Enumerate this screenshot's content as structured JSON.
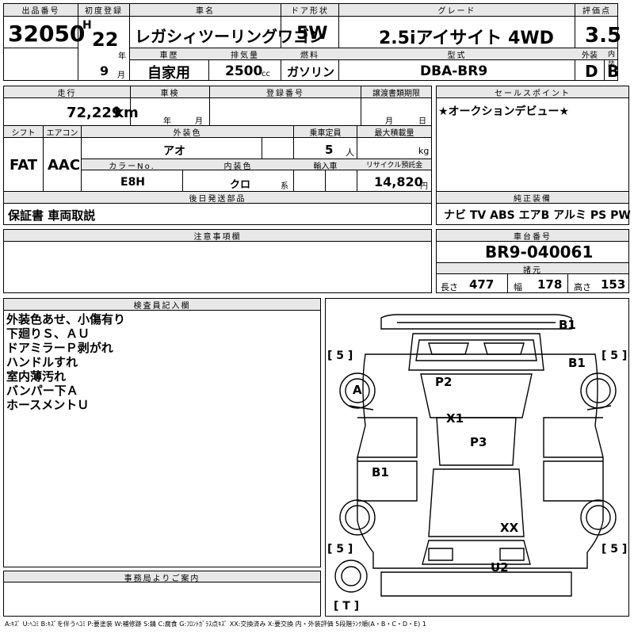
{
  "labels": {
    "lot": "出品番号",
    "first_reg": "初度登録",
    "car_name": "車名",
    "door": "ドア形状",
    "grade": "グレード",
    "score": "評価点",
    "history": "車歴",
    "displacement": "排気量",
    "fuel": "燃料",
    "model_code": "型式",
    "exterior": "外装",
    "interior": "内装",
    "year_unit": "年",
    "month_unit": "月",
    "cc_unit": "cc",
    "mileage": "走行",
    "inspection": "車検",
    "reg_no": "登録番号",
    "transfer_deadline": "譲渡書類期限",
    "sales_point": "セールスポイント",
    "shift": "シフト",
    "aircon": "エアコン",
    "ext_color": "外装色",
    "capacity": "乗車定員",
    "max_load": "最大積載量",
    "color_no": "カラーNo.",
    "int_color": "内装色",
    "import": "輸入車",
    "recycle": "リサイクル預託金",
    "later_parts": "後日発送部品",
    "equipment": "純正装備",
    "caution": "注意事項欄",
    "chassis": "車台番号",
    "specs": "諸元",
    "inspector": "検査員記入欄",
    "office": "事務局よりご案内",
    "insp_year": "年",
    "insp_month": "月",
    "td_month": "月",
    "td_day": "日",
    "cap_unit": "人",
    "load_unit": "kg",
    "color_suffix": "系",
    "yen": "円",
    "len_label": "長さ",
    "wid_label": "幅",
    "hei_label": "高さ"
  },
  "vehicle": {
    "lot": "32050",
    "era": "H",
    "year": "22",
    "month": "9",
    "name": "レガシィツーリングワゴン",
    "door": "5W",
    "grade": "2.5iアイサイト 4WD",
    "score": "3.5",
    "history": "自家用",
    "displacement": "2500",
    "fuel": "ガソリン",
    "model_code": "DBA-BR9",
    "ext_grade": "D",
    "int_grade": "B",
    "mileage": "72,229",
    "mileage_unit": "km",
    "shift": "FAT",
    "aircon": "AAC",
    "ext_color": "アオ",
    "capacity": "5",
    "color_no": "E8H",
    "int_color": "クロ",
    "recycle": "14,820",
    "sales_point": "★オークションデビュー★",
    "later_parts": "保証書 車両取説",
    "equipment": "ナビ TV ABS エアB アルミ PS PW",
    "chassis": "BR9-040061",
    "length": "477",
    "width": "178",
    "height": "153"
  },
  "remarks": [
    "外装色あせ、小傷有り",
    "下廻りＳ、ＡＵ",
    "ドアミラーＰ剥がれ",
    "ハンドルすれ",
    "室内薄汚れ",
    "バンパー下Ａ",
    "ホースメントＵ"
  ],
  "diagram": {
    "marks": [
      "B1",
      "B1",
      "A",
      "P2",
      "X1",
      "P3",
      "B1",
      "XX",
      "U2"
    ],
    "tires": [
      "[ 5 ]",
      "[ 5 ]",
      "[ 5 ]",
      "[ 5 ]",
      "[ T ]"
    ]
  },
  "legend": "A:ｷｽﾞ U:ﾍｺﾐ B:ｷｽﾞを伴うﾍｺﾐ P:要塗装 W:補修跡 S:錆 C:腐食 G:ﾌﾛﾝﾄｶﾞﾗｽ点ｷｽﾞ XX:交換済み X:要交換 内・外装評価 5段階ﾗﾝｸ順(A・B・C・D・E) 1"
}
